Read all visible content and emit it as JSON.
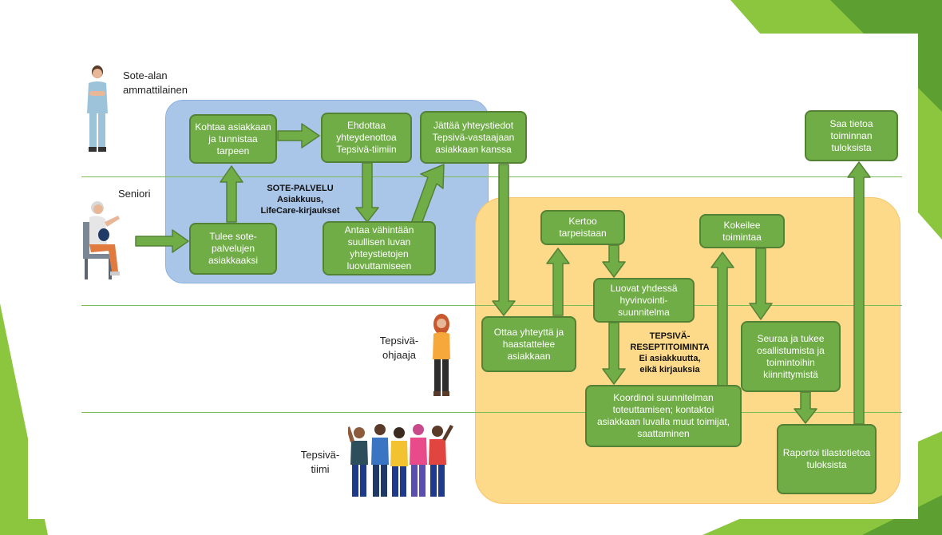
{
  "roles": {
    "professional": "Sote-alan ammattilainen",
    "senior": "Seniori",
    "instructor": "Tepsivä-ohjaaja",
    "team": "Tepsivä-tiimi"
  },
  "zones": {
    "sote": {
      "title": "SOTE-PALVELU",
      "line1": "Asiakkuus,",
      "line2": "LifeCare-kirjaukset"
    },
    "tepsiva": {
      "title1": "TEPSIVÄ-",
      "title2": "RESEPTITOIMINTA",
      "line1": "Ei asiakkuutta,",
      "line2": "eikä kirjauksia"
    }
  },
  "steps": {
    "kohtaa": "Kohtaa asiakkaan ja tunnistaa tarpeen",
    "ehdottaa": "Ehdottaa yhteydenottoa Tepsivä-tiimiin",
    "jattaa": "Jättää yhteystiedot Tepsivä-vastaajaan asiakkaan kanssa",
    "tulee": "Tulee sote-palvelujen asiakkaaksi",
    "antaa": "Antaa vähintään suullisen luvan yhteystietojen luovuttamiseen",
    "saa": "Saa tietoa toiminnan tuloksista",
    "kertoo": "Kertoo tarpeistaan",
    "kokeilee": "Kokeilee toimintaa",
    "luovat": "Luovat yhdessä hyvinvointi-suunnitelma",
    "ottaa": "Ottaa yhteyttä ja haastattelee asiakkaan",
    "seuraa": "Seuraa ja tukee osallistumista ja toimintoihin kiinnittymistä",
    "koordinoi": "Koordinoi suunnitelman toteuttamisen; kontaktoi asiakkaan luvalla muut toimijat, saattaminen",
    "raportoi": "Raportoi tilastotietoa tuloksista"
  },
  "colors": {
    "box_fill": "#70ad47",
    "box_border": "#548235",
    "zone_blue": "#a9c5e8",
    "zone_orange": "#fdd98a",
    "lane_line": "#7cba59",
    "decor_green": "#8cc63f"
  },
  "icons": [
    "nurse-figure",
    "seated-senior-figure",
    "instructor-figure",
    "team-group-figure"
  ]
}
